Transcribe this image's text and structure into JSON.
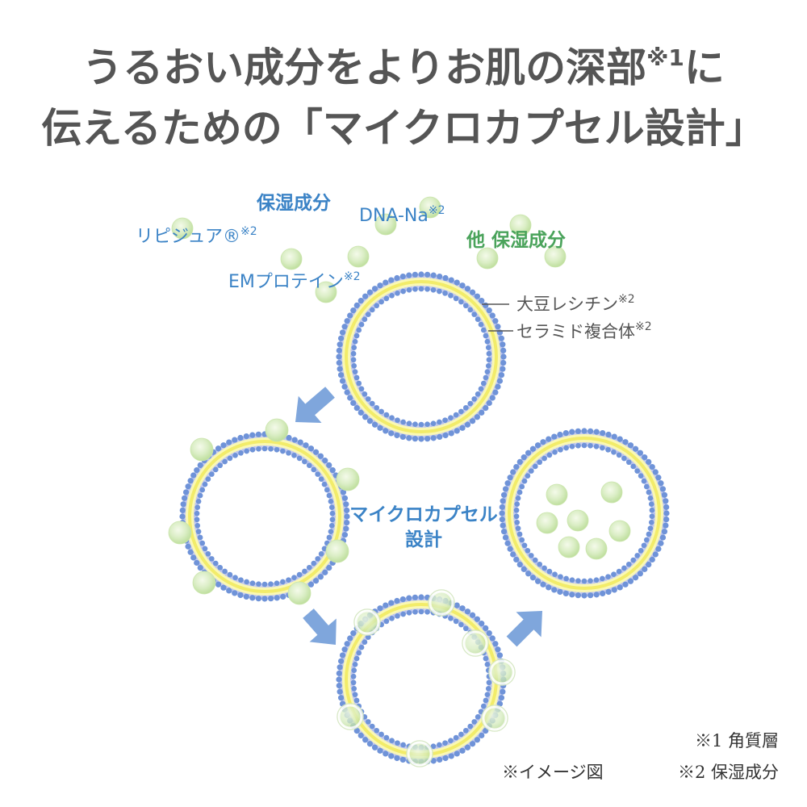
{
  "title": {
    "line1_main": "うるおい成分をよりお肌の深部",
    "line1_sup": "※1",
    "line1_end": "に",
    "line2": "伝えるための「マイクロカプセル設計」"
  },
  "labels": {
    "moisturizing_ingredients": "保湿成分",
    "lipidure": {
      "text": "リピジュア®",
      "note": "※2"
    },
    "dna_na": {
      "text": "DNA-Na",
      "note": "※2"
    },
    "other_moisturizing": "他 保湿成分",
    "em_protein": {
      "text": "EMプロテイン",
      "note": "※2"
    },
    "soy_lecithin": {
      "text": "大豆レシチン",
      "note": "※2"
    },
    "ceramide_complex": {
      "text": "セラミド複合体",
      "note": "※2"
    },
    "microcapsule": {
      "line1": "マイクロカプセル",
      "line2": "設計"
    }
  },
  "footnotes": {
    "note1": "※1 角質層",
    "image_note": "※イメージ図",
    "note2": "※2 保湿成分"
  },
  "colors": {
    "title": "#555555",
    "label_blue": "#3b83c6",
    "label_green": "#4aa35b",
    "label_gray": "#555555",
    "footnote": "#333333",
    "lipid_head": "#6f93d8",
    "lipid_tail": "#c8cef1",
    "membrane_yellow": "#f2ec6a",
    "ingredient_ball": "#cbe5ad",
    "arrow": "#7fa6dc"
  }
}
